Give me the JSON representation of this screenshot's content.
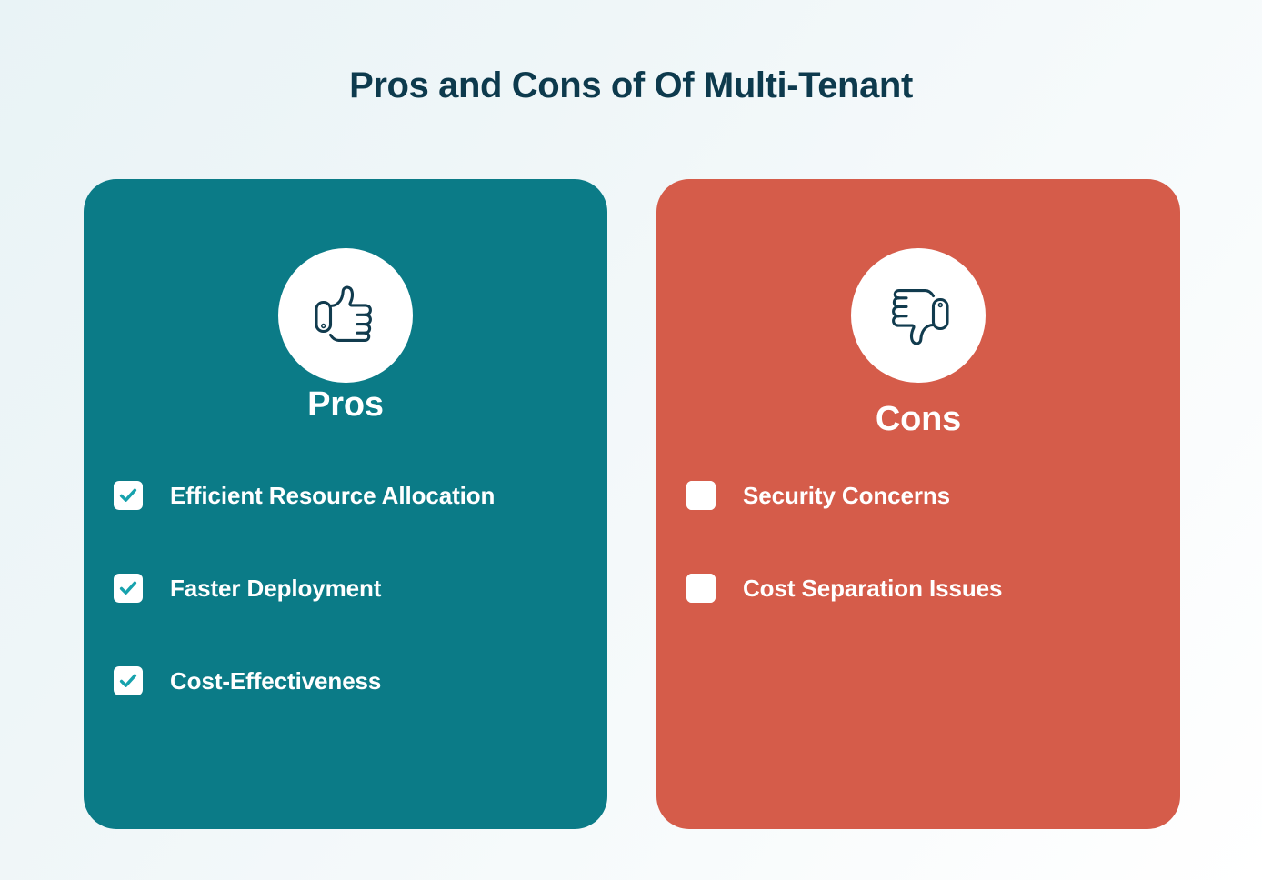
{
  "title": "Pros and Cons of Of Multi-Tenant",
  "colors": {
    "background_start": "#e9f3f6",
    "background_end": "#ffffff",
    "title_text": "#0d3a4d",
    "pros_card": "#0b7b87",
    "cons_card": "#d55c4a",
    "badge_background": "#ffffff",
    "icon_stroke": "#113b4e",
    "check_mark": "#17a2ad",
    "item_text": "#ffffff"
  },
  "cards": [
    {
      "key": "pros",
      "heading": "Pros",
      "icon": "thumbs-up-icon",
      "marker": "check-icon",
      "items": [
        {
          "label": "Efficient Resource Allocation"
        },
        {
          "label": "Faster Deployment"
        },
        {
          "label": "Cost-Effectiveness"
        }
      ]
    },
    {
      "key": "cons",
      "heading": "Cons",
      "icon": "thumbs-down-icon",
      "marker": "x-icon",
      "items": [
        {
          "label": "Security Concerns"
        },
        {
          "label": "Cost Separation Issues"
        }
      ]
    }
  ]
}
